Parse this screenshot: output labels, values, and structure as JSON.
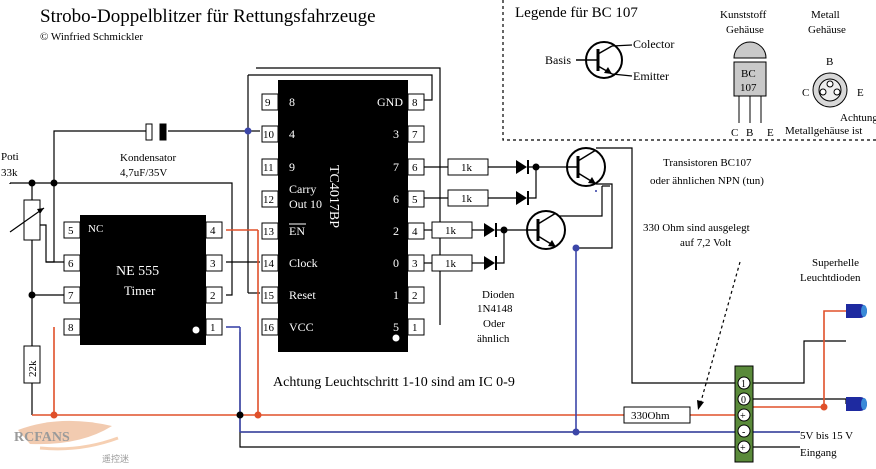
{
  "title": "Strobo-Doppelblitzer für Rettungsfahrzeuge",
  "copyright": "© Winfried Schmickler",
  "legend": {
    "title": "Legende für BC 107",
    "basis": "Basis",
    "collector": "Colector",
    "emitter": "Emitter",
    "plastic": "Kunststoff",
    "plastic2": "Gehäuse",
    "metal": "Metall",
    "metal2": "Gehäuse",
    "bc": "BC",
    "num": "107",
    "c": "C",
    "b": "B",
    "e": "E",
    "note1": "Achtung",
    "note2": "Metallgehäuse ist"
  },
  "poti": {
    "label": "Poti",
    "value": "33k"
  },
  "capacitor": {
    "label": "Kondensator",
    "value": "4,7uF/35V"
  },
  "resistor22k": "22k",
  "ne555": {
    "name": "NE 555",
    "sub": "Timer",
    "nc": "NC",
    "left_pins": [
      "5",
      "6",
      "7",
      "8"
    ],
    "right_pins": [
      "4",
      "3",
      "2",
      "1"
    ]
  },
  "cd4017": {
    "name": "TC4017BP",
    "left_pins": [
      "9",
      "10",
      "11",
      "12",
      "13",
      "14",
      "15",
      "16"
    ],
    "left_labels": [
      "8",
      "4",
      "9",
      "Carry",
      "EN",
      "Clock",
      "Reset",
      "VCC"
    ],
    "carry2": "Out 10",
    "right_pins": [
      "8",
      "7",
      "6",
      "5",
      "4",
      "3",
      "2",
      "1"
    ],
    "right_labels": [
      "GND",
      "3",
      "7",
      "6",
      "2",
      "0",
      "1",
      "5"
    ]
  },
  "resistors_1k": [
    "1k",
    "1k",
    "1k",
    "1k"
  ],
  "transistors": {
    "line1": "Transistoren BC107",
    "line2": "oder ähnlichen NPN (tun)"
  },
  "ohm_note": {
    "line1": "330 Ohm sind ausgelegt",
    "line2": "auf 7,2 Volt"
  },
  "diodes": {
    "l1": "Dioden",
    "l2": "1N4148",
    "l3": "Oder",
    "l4": "ähnlich"
  },
  "leds": {
    "l1": "Superhelle",
    "l2": "Leuchtdioden"
  },
  "warning": "Achtung Leuchtschritt 1-10 sind am IC 0-9",
  "r330": "330Ohm",
  "terminals": [
    "1",
    "0",
    "+",
    "-",
    "+"
  ],
  "supply": {
    "l1": "5V bis 15 V",
    "l2": "Eingang"
  },
  "watermark": {
    "main": "RCFANS",
    "sub": "遥控迷"
  }
}
